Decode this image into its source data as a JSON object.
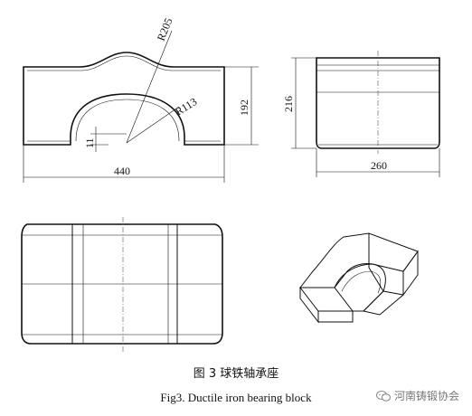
{
  "dimensions": {
    "r_outer": "R205",
    "r_inner": "R113",
    "height_front": "192",
    "offset": "11",
    "width_front": "440",
    "height_side": "216",
    "width_side": "260"
  },
  "caption": {
    "chinese": "图 3 球铁轴承座",
    "english": "Fig3. Ductile iron bearing block"
  },
  "watermark": {
    "text": "河南铸锻协会"
  }
}
